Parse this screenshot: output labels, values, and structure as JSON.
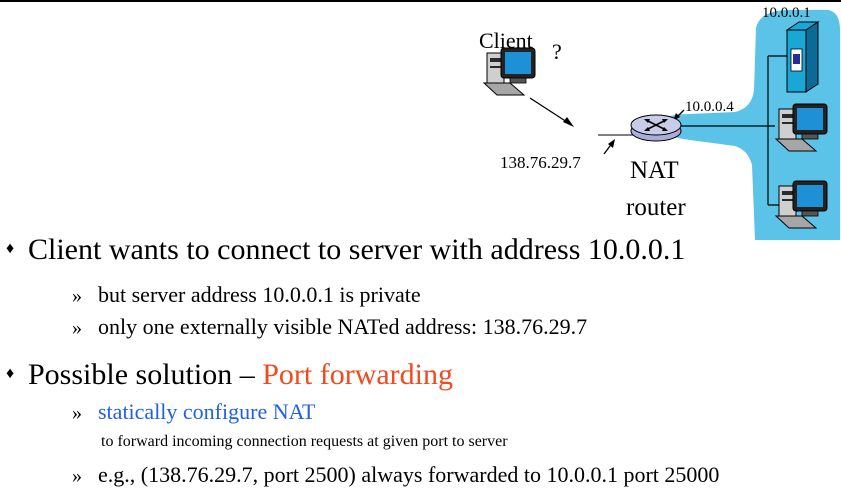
{
  "diagram": {
    "client_label": "Client",
    "client_question": "?",
    "external_ip": "138.76.29.7",
    "nat_label_line1": "NAT",
    "nat_label_line2": "router",
    "router_inside_ip": "10.0.0.4",
    "server_ip": "10.0.0.1"
  },
  "bullets": [
    {
      "symbol": "♦",
      "text": "Client wants to connect to server with address 10.0.0.1",
      "subitems": [
        {
          "chevron": "»",
          "text": "but server address 10.0.0.1 is private"
        },
        {
          "chevron": "»",
          "text": "only one externally visible NATed address: 138.76.29.7"
        }
      ]
    },
    {
      "symbol": "♦",
      "text_prefix": "Possible solution – ",
      "text_highlight": "Port forwarding",
      "subitems": [
        {
          "chevron": "»",
          "text": "statically configure NAT",
          "detail": "to forward incoming connection requests at given port to server"
        },
        {
          "chevron": "»",
          "text": "e.g., (138.76.29.7, port 2500) always forwarded to 10.0.0.1 port 25000"
        }
      ]
    }
  ],
  "colors": {
    "highlight_red": "#f24a1d",
    "highlight_blue": "#2060e6",
    "private_net": "#5bc3e8",
    "router_fill": "#c7cce8"
  },
  "icons": [
    "client-computer-icon",
    "server-icon",
    "host-computer-icon",
    "router-icon",
    "diamond-bullet-icon",
    "chevron-icon"
  ]
}
